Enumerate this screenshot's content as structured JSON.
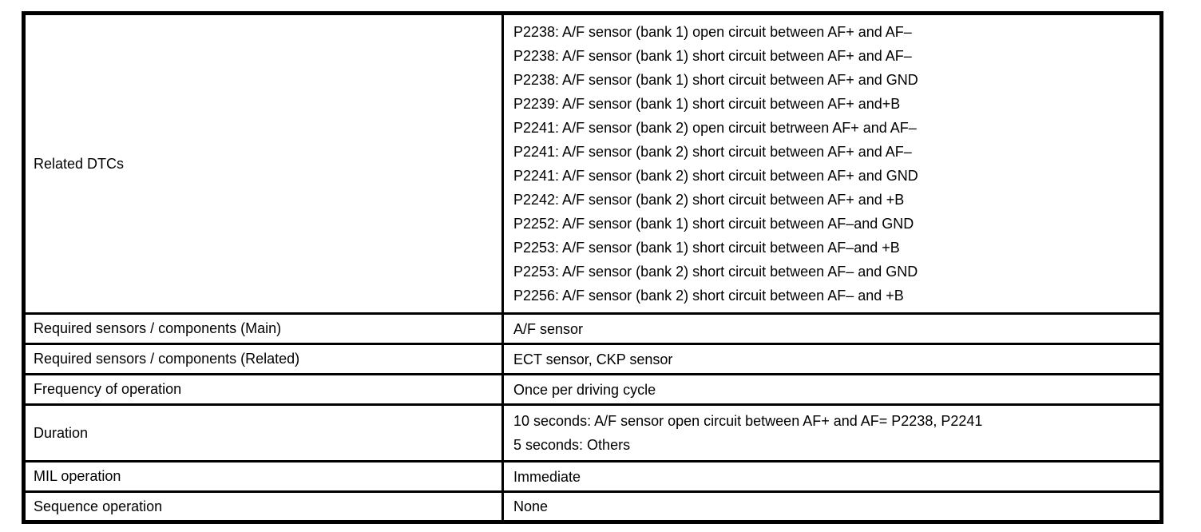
{
  "table": {
    "rows": [
      {
        "label": "Related DTCs",
        "value_lines": [
          "P2238: A/F sensor (bank 1) open circuit between AF+ and AF–",
          "P2238: A/F sensor (bank 1) short circuit between AF+ and AF–",
          "P2238: A/F sensor (bank 1) short circuit between AF+ and GND",
          "P2239: A/F sensor (bank 1) short circuit between AF+ and+B",
          "P2241: A/F sensor (bank 2) open circuit betrween AF+ and AF–",
          "P2241: A/F sensor (bank 2) short circuit between AF+ and AF–",
          "P2241: A/F sensor (bank 2) short circuit between AF+ and GND",
          "P2242: A/F sensor (bank 2) short circuit between AF+ and +B",
          "P2252: A/F sensor (bank 1) short circuit between AF–and GND",
          "P2253: A/F sensor (bank 1) short circuit between AF–and +B",
          "P2253: A/F sensor (bank 2) short circuit between AF– and GND",
          "P2256: A/F sensor (bank 2) short circuit between AF– and +B"
        ]
      },
      {
        "label": "Required sensors / components (Main)",
        "value_lines": [
          "A/F sensor"
        ]
      },
      {
        "label": "Required sensors / components (Related)",
        "value_lines": [
          "ECT sensor, CKP sensor"
        ]
      },
      {
        "label": "Frequency of operation",
        "value_lines": [
          "Once per driving cycle"
        ]
      },
      {
        "label": "Duration",
        "value_lines": [
          "10 seconds: A/F sensor open circuit between AF+ and AF= P2238, P2241",
          "5 seconds: Others"
        ]
      },
      {
        "label": "MIL operation",
        "value_lines": [
          "Immediate"
        ]
      },
      {
        "label": "Sequence operation",
        "value_lines": [
          "None"
        ]
      }
    ]
  }
}
